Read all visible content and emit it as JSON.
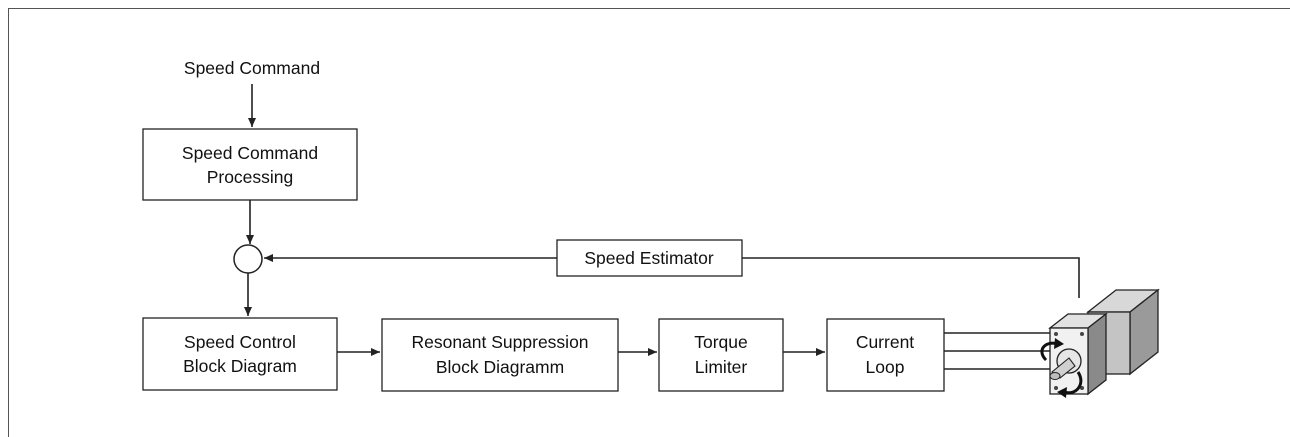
{
  "diagram": {
    "input_label": "Speed Command",
    "blocks": {
      "speed_command_processing": [
        "Speed Command",
        "Processing"
      ],
      "speed_estimator": [
        "Speed Estimator"
      ],
      "speed_control": [
        "Speed Control",
        "Block Diagram"
      ],
      "resonant_suppression": [
        "Resonant Suppression",
        "Block Diagramm"
      ],
      "torque_limiter": [
        "Torque",
        "Limiter"
      ],
      "current_loop": [
        "Current",
        "Loop"
      ]
    },
    "motor_icon": "servo-motor-icon",
    "colors": {
      "line": "#222222",
      "box_fill": "#ffffff",
      "frame": "#555555"
    }
  }
}
